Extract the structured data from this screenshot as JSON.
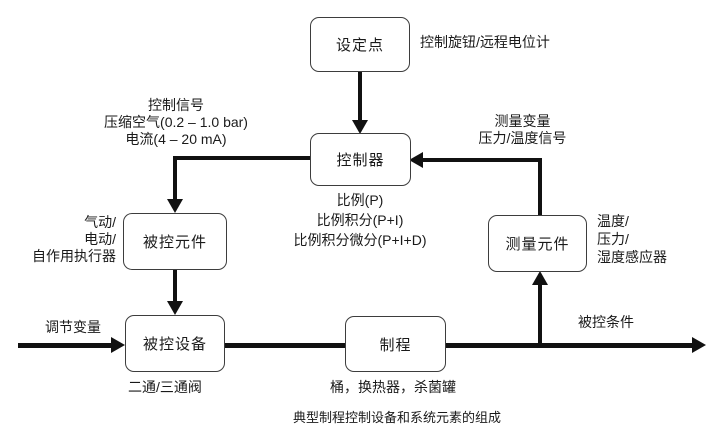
{
  "diagram": {
    "caption": "典型制程控制设备和系统元素的组成",
    "boxes": {
      "setpoint": "设定点",
      "controller": "控制器",
      "controlled_element": "被控元件",
      "measuring_element": "测量元件",
      "controlled_device": "被控设备",
      "process": "制程"
    },
    "labels": {
      "setpoint_note": "控制旋钮/远程电位计",
      "control_signal": [
        "控制信号",
        "压缩空气(0.2 – 1.0 bar)",
        "电流(4 – 20 mA)"
      ],
      "measured_variable": [
        "测量变量",
        "压力/温度信号"
      ],
      "controller_modes": [
        "比例(P)",
        "比例积分(P+I)",
        "比例积分微分(P+I+D)"
      ],
      "actuator": [
        "气动/",
        "电动/",
        "自作用执行器"
      ],
      "sensor": [
        "温度/",
        "压力/",
        "湿度感应器"
      ],
      "manipulated_variable": "调节变量",
      "valve_note": "二通/三通阀",
      "process_note": "桶，换热器，杀菌罐",
      "controlled_condition": "被控条件"
    },
    "colors": {
      "line": "#111111",
      "box_border": "#3d3d3d",
      "text": "#1a1a1a",
      "background": "#ffffff"
    }
  }
}
